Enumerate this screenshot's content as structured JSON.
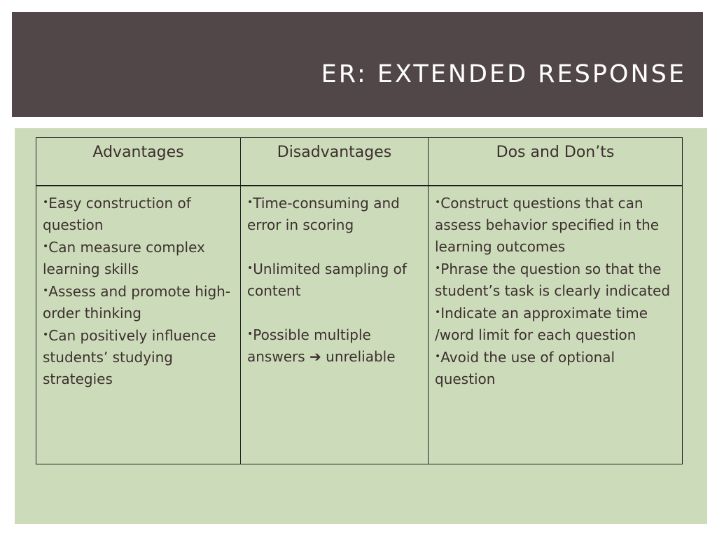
{
  "slide": {
    "title": "ER: EXTENDED RESPONSE"
  },
  "table": {
    "headers": [
      "Advantages",
      "Disadvantages",
      "Dos and Don’ts"
    ],
    "advantages": [
      "Easy construction of question",
      "Can measure complex learning skills",
      "Assess and promote high-order thinking",
      "Can positively influence students’ studying strategies"
    ],
    "disadvantages": [
      "Time-consuming and error in scoring",
      "Unlimited sampling of content",
      "Possible multiple answers",
      "unreliable"
    ],
    "dos_and_donts": [
      "Construct questions that can assess behavior specified in the learning outcomes",
      "Phrase the question so that the student’s task is clearly indicated",
      "Indicate an approximate time /word limit for each question",
      "Avoid the use of optional question"
    ],
    "bullet_glyph": "•",
    "arrow_glyph": "➔"
  },
  "colors": {
    "title_bar": "#524748",
    "content_background": "#ccdcba",
    "text": "#3d2f2f"
  }
}
